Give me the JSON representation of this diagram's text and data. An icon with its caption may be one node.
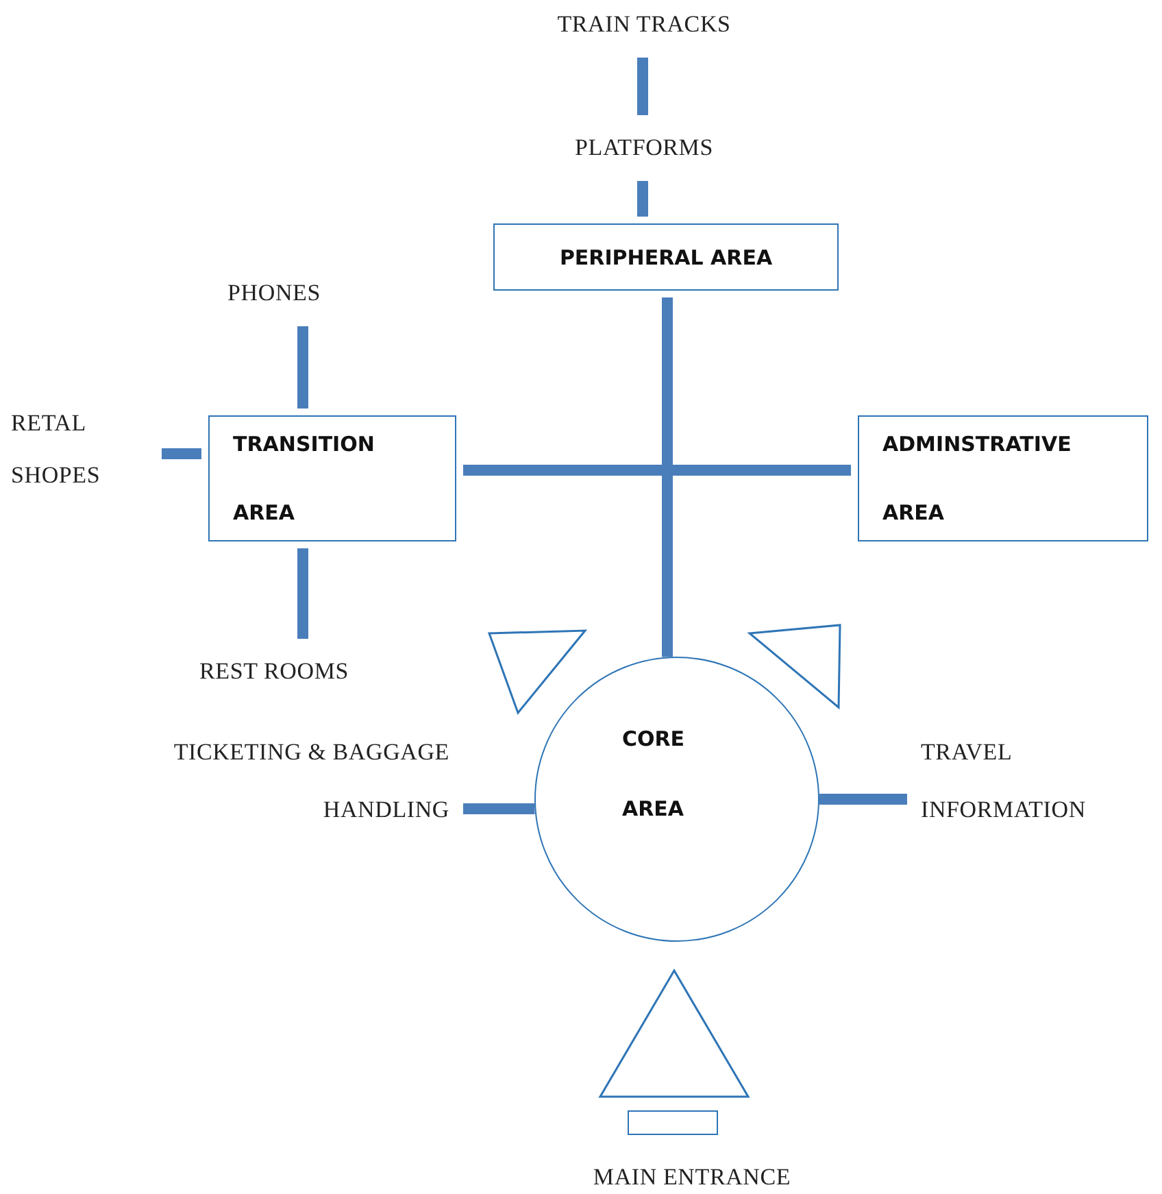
{
  "diagram": {
    "nodes": [
      {
        "text": [
          "TRAIN TRACKS"
        ]
      },
      {
        "text": [
          "PLATFORMS"
        ]
      },
      {
        "text": [
          "PERIPHERAL AREA"
        ]
      },
      {
        "text": [
          "PHONES"
        ]
      },
      {
        "text": [
          "RETAL SHOPES"
        ]
      },
      {
        "text": [
          "TRANSITION AREA"
        ]
      },
      {
        "text": [
          "ADMINSTRATIVE AREA"
        ]
      },
      {
        "text": [
          "REST ROOMS"
        ]
      },
      {
        "text": [],
        "shape": "triangle"
      },
      {
        "text": [],
        "shape": "triangle"
      },
      {
        "text": [
          "TICKETING & BAGGAGE HANDLING"
        ]
      },
      {
        "text": [
          "CORE AREA"
        ]
      },
      {
        "text": [
          "TRAVEL INFORMATION"
        ]
      },
      {
        "text": [],
        "shape": "triangle"
      },
      {
        "text": [],
        "shape": "box"
      },
      {
        "text": [
          "MAIN ENTRANCE"
        ]
      }
    ],
    "edges": [
      {
        "from": 0,
        "to": 1,
        "arrow": "none"
      },
      {
        "from": 1,
        "to": 2,
        "arrow": "none"
      },
      {
        "from": 2,
        "to": 11,
        "arrow": "none"
      },
      {
        "from": 3,
        "to": 5,
        "arrow": "none"
      },
      {
        "from": 4,
        "to": 5,
        "arrow": "none"
      },
      {
        "from": 5,
        "to": 6,
        "arrow": "none"
      },
      {
        "from": 5,
        "to": 7,
        "arrow": "none"
      },
      {
        "from": 10,
        "to": 11,
        "arrow": "none"
      },
      {
        "from": 11,
        "to": 12,
        "arrow": "none"
      }
    ]
  }
}
